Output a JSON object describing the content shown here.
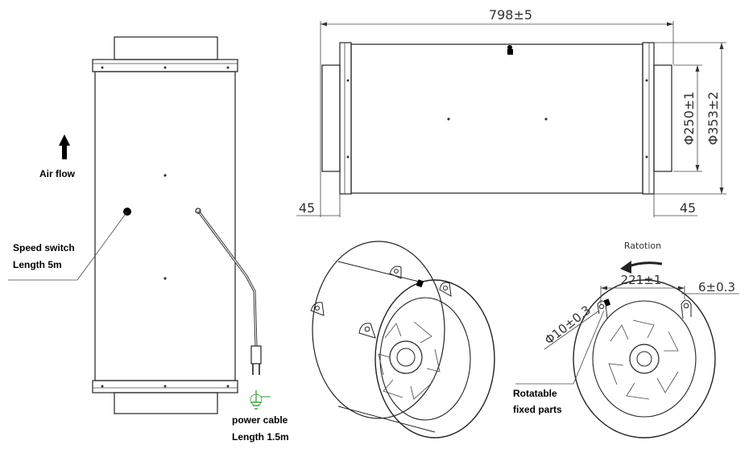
{
  "labels": {
    "air_flow": "Air flow",
    "speed_switch_line1": "Speed switch",
    "speed_switch_line2": "Length 5m",
    "power_cable_line1": "power cable",
    "power_cable_line2": "Length 1.5m",
    "rotatable_line1": "Rotatable",
    "rotatable_line2": "fixed parts",
    "rotation": "Ratotion"
  },
  "dimensions": {
    "overall_length": "798±5",
    "inner_diameter": "Φ250±1",
    "outer_diameter": "Φ353±2",
    "flange_left": "45",
    "flange_right": "45",
    "bracket_span": "221±1",
    "bracket_width": "6±0.3",
    "hole_diameter": "Φ10±0.3"
  },
  "colors": {
    "line": "#222222",
    "text": "#000000",
    "dimension_text": "#333333",
    "ground_mark": "#2a9d2a"
  }
}
